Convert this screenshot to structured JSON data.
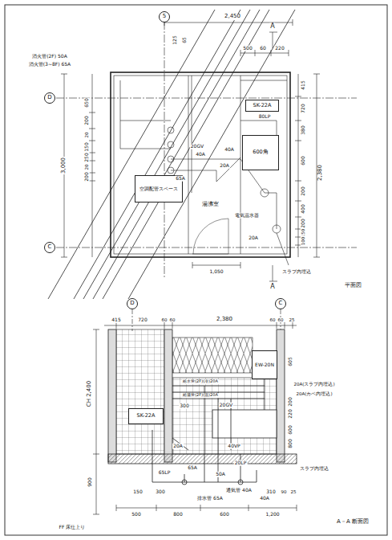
{
  "diagram": {
    "caption": "A－A 断面図",
    "nodes": [
      {
        "text": [
          "5"
        ]
      },
      {
        "text": [
          "D"
        ]
      },
      {
        "text": [
          "C"
        ]
      },
      {
        "text": [
          "SK-22A"
        ]
      },
      {
        "text": [
          "600角"
        ]
      },
      {
        "text": [
          "空調配管スペース"
        ]
      },
      {
        "text": [
          "D"
        ]
      },
      {
        "text": [
          "C"
        ]
      },
      {
        "text": [
          "SK-22A"
        ]
      },
      {
        "text": [
          "EW-20N"
        ]
      }
    ],
    "labels": [
      "2,450",
      "125",
      "65",
      "500",
      "60",
      "220",
      "A",
      "A",
      "消火管(2F) 50A",
      "消火管(3~8F) 65A",
      "3,000",
      "650",
      "200",
      "20",
      "150",
      "250",
      "20",
      "200",
      "415",
      "720",
      "380",
      "600",
      "2,380",
      "200",
      "400",
      "200",
      "150",
      "100",
      "20GV",
      "40A",
      "20A",
      "65A",
      "40A",
      "80LP",
      "湯沸室",
      "電気温水器",
      "20A",
      "スラブ内埋込",
      "1,050",
      "平面図",
      "415",
      "720",
      "60",
      "60",
      "2,380",
      "60",
      "60",
      "25",
      "CH 2,400",
      "900",
      "給水管(2F)(冷)20A",
      "給湯管(2F)(温)20A",
      "300",
      "20GV",
      "20A(スラブ内埋込)",
      "20A(カベ内埋込)",
      "605",
      "200",
      "220",
      "600",
      "800",
      "40VP",
      "20A",
      "65LP",
      "65A",
      "50A",
      "20LP",
      "スラブ内埋込",
      "通気管 40A",
      "排水管 65A",
      "40A",
      "150",
      "300",
      "310",
      "90",
      "25",
      "500",
      "800",
      "600",
      "1,200",
      "FF 床仕上り"
    ]
  }
}
